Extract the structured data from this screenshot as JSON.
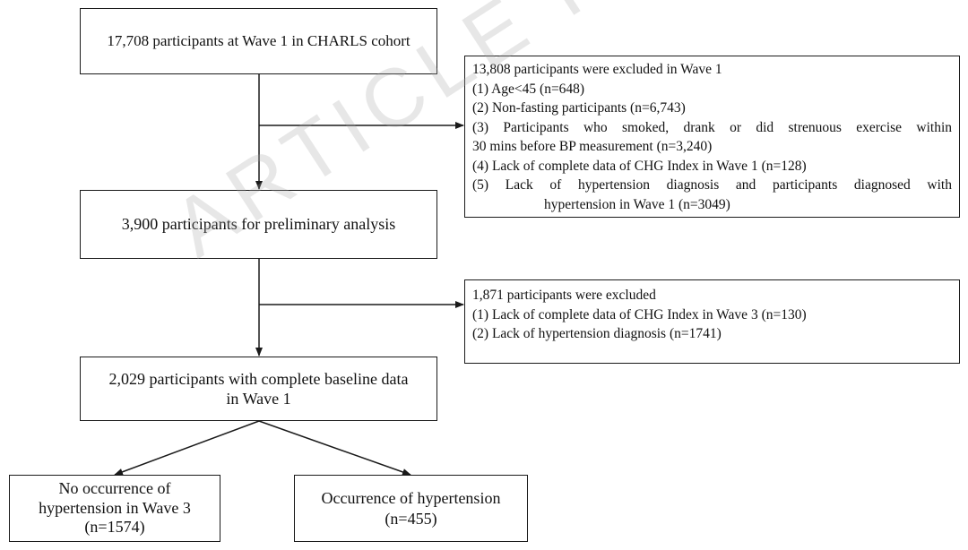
{
  "boxes": {
    "wave1_cohort": "17,708 participants at Wave 1 in CHARLS cohort",
    "preliminary": "3,900 participants for preliminary analysis",
    "complete_baseline": {
      "line1": "2,029 participants with complete baseline data",
      "line2": "in Wave 1"
    },
    "no_occurrence": {
      "line1": "No occurrence of",
      "line2": "hypertension in Wave 3",
      "line3": "(n=1574)"
    },
    "occurrence": {
      "line1": "Occurrence of hypertension",
      "line2": "(n=455)"
    }
  },
  "exclusion_wave1": {
    "header": "13,808 participants were excluded in Wave 1",
    "item1": "(1) Age<45 (n=648)",
    "item2": "(2) Non-fasting participants (n=6,743)",
    "item3_line1": "(3) Participants who smoked, drank or did strenuous exercise  within",
    "item3_line2": "30 mins before BP measurement (n=3,240)",
    "item4": "(4) Lack of  complete data of CHG Index in Wave 1 (n=128)",
    "item5_line1": "(5) Lack of hypertension diagnosis and participants diagnosed with",
    "item5_line2": "hypertension in Wave 1 (n=3049)"
  },
  "exclusion_wave3": {
    "header": "1,871 participants were excluded",
    "item1": "(1) Lack of  complete data of CHG Index in Wave 3 (n=130)",
    "item2": "(2) Lack of hypertension diagnosis (n=1741)"
  },
  "watermark": "ARTICLE IN PRESS",
  "colors": {
    "line": "#1a1a1a",
    "watermark": "#aaaaaa",
    "background": "#ffffff"
  }
}
